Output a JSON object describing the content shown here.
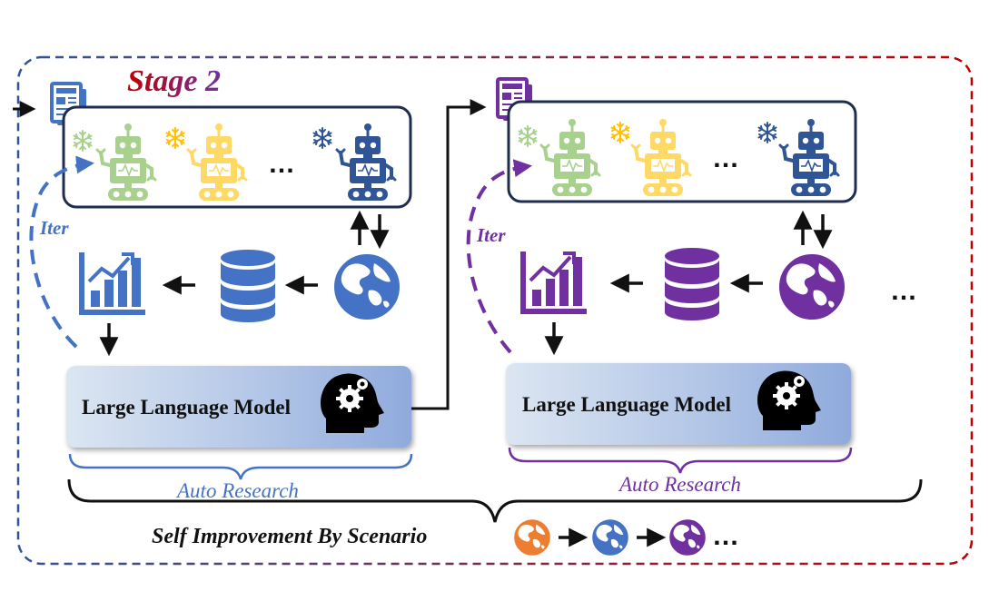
{
  "stage_title": "Stage 2",
  "iter_label": "Iter",
  "llm_label": "Large Language Model",
  "auto_research_label": "Auto Research",
  "ellipsis": "…",
  "footer_label": "Self Improvement By Scenario",
  "colors": {
    "blue": "#4472C4",
    "purple": "#7030A0",
    "green": "#A9D18E",
    "yellow": "#FFD966",
    "navy": "#2F5597",
    "orange": "#ED7D31",
    "frame_left": "#2F5597",
    "frame_right": "#C00000"
  },
  "icons": [
    "document-icon",
    "robot-icon",
    "snowflake-icon",
    "database-icon",
    "globe-icon",
    "bar-chart-icon",
    "brain-gear-head-icon"
  ]
}
